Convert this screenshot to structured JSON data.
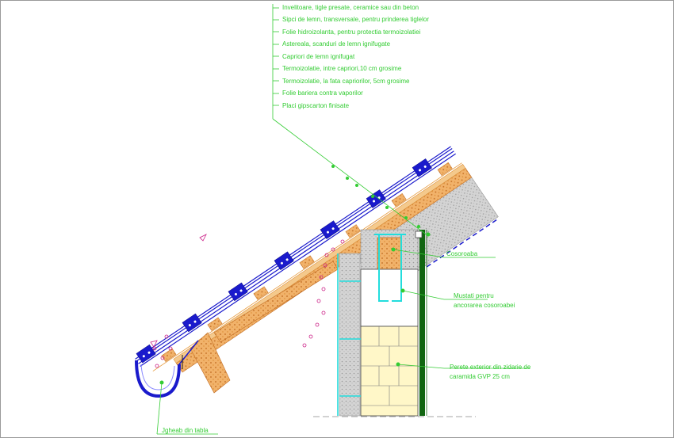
{
  "layer_list": [
    "Invelitoare, tigle presate, ceramice sau din beton",
    "Sipci de lemn, transversale, pentru prinderea tiglelor",
    "Folie hidroizolanta, pentru protectia termoizolatiei",
    "Astereala, scanduri de lemn ignifugate",
    "Capriori de lemn ignifugat",
    "Termoizolatie, intre capriori,10 cm grosime",
    "Termoizolatie, la fata capriorilor, 5cm grosime",
    "Folie bariera contra vaporilor",
    "Placi gipscarton finisate"
  ],
  "callouts": {
    "cosoroaba": "Cosoroaba",
    "mustati_line1": "Mustati pentru",
    "mustati_line2": "ancorarea cosoroabei",
    "perete_line1": "Perete exterior din zidarie de",
    "perete_line2": "caramida GVP 25 cm",
    "jgheab": "Jgheab din tabla"
  },
  "colors": {
    "roof_blue": "#1a1acc",
    "timber_orange": "#e69a3c",
    "insulation_grey": "#c8c8c8",
    "brick_yellow": "#fff7c8",
    "leader_green": "#33cc33",
    "cyan": "#22dddd",
    "wall_green": "#116611",
    "vapour_magenta": "#cc2288"
  }
}
